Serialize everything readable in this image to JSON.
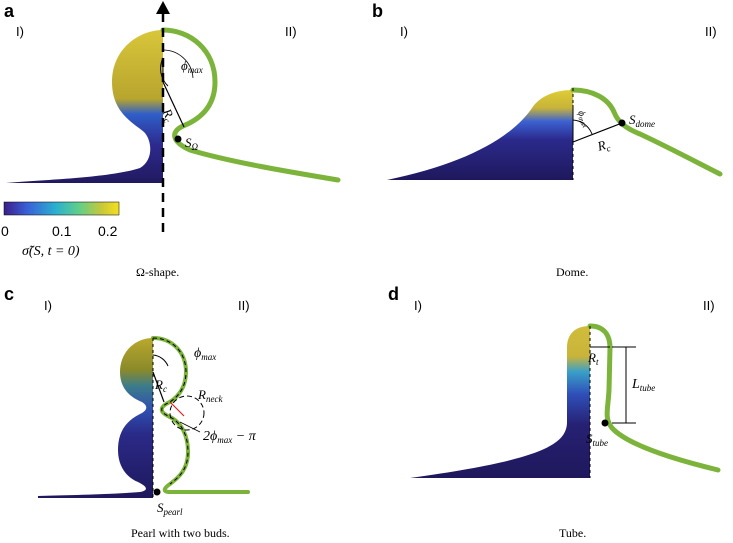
{
  "panels": {
    "a": {
      "letter": "a",
      "side_left": "I)",
      "side_right": "II)",
      "phi_label": "ϕ",
      "phi_sub": "max",
      "rc_label": "R",
      "rc_sub": "c",
      "s_label": "S",
      "s_sub": "Ω",
      "caption": "Ω-shape."
    },
    "b": {
      "letter": "b",
      "side_left": "I)",
      "side_right": "II)",
      "phi_label": "ϕ",
      "phi_sub": "max",
      "rc_label": "R",
      "rc_sub": "c",
      "s_label": "S",
      "s_sub": "dome",
      "caption": "Dome."
    },
    "c": {
      "letter": "c",
      "side_left": "I)",
      "side_right": "II)",
      "phi_label": "ϕ",
      "phi_sub": "max",
      "rc_label": "R",
      "rc_sub": "c",
      "rneck_label": "R",
      "rneck_sub": "neck",
      "angle_label": "2ϕ",
      "angle_sub": "max",
      "angle_rest": " − π",
      "s_label": "S",
      "s_sub": "pearl",
      "caption": "Pearl with two buds."
    },
    "d": {
      "letter": "d",
      "side_left": "I)",
      "side_right": "II)",
      "rt_label": "R",
      "rt_sub": "t",
      "ltube_label": "L",
      "ltube_sub": "tube",
      "s_label": "S",
      "s_sub": "tube",
      "caption": "Tube."
    }
  },
  "colorbar": {
    "ticks": [
      "0",
      "0.1",
      "0.2"
    ],
    "label": "σ̃(S, t = 0)",
    "colors": [
      "#3b1f87",
      "#3a5fd8",
      "#2bb0cf",
      "#5fcf8a",
      "#c8c83a",
      "#f5e01d"
    ]
  },
  "colors": {
    "membrane_green": "#7cb33a",
    "dark_fill": "#231c6b",
    "cap_yellow": "#c9b43a"
  }
}
